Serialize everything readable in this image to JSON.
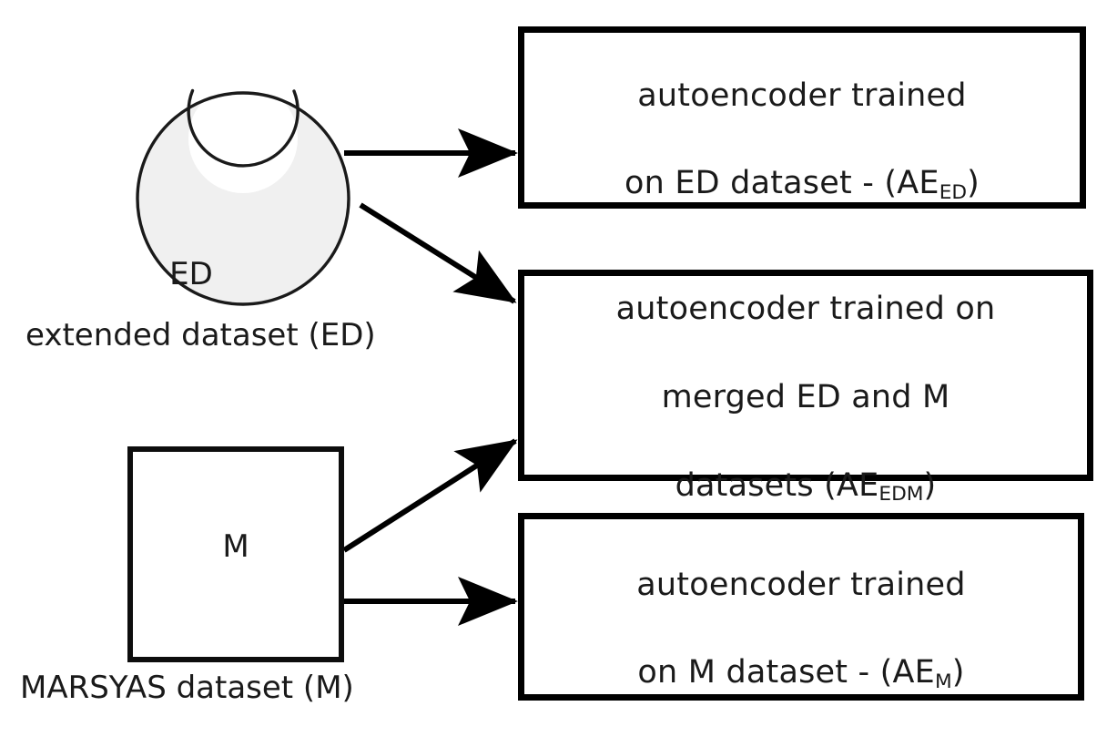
{
  "figure": {
    "title": "autoencoder training pipeline diagram",
    "background_color": "#ffffff",
    "stroke_color": "#000000",
    "shape_fill_color": "#f0f0f0"
  },
  "sources": {
    "ed": {
      "shape": "crescent-circle",
      "inner_label": "ED",
      "caption": "extended dataset (ED)",
      "fill": "#f0f0f0"
    },
    "m": {
      "shape": "square",
      "inner_label": "M",
      "caption": "MARSYAS dataset (M)",
      "fill": "#ffffff"
    }
  },
  "boxes": [
    {
      "id": "ae-ed",
      "line1": "autoencoder trained",
      "line2_prefix": "on ED dataset - (AE",
      "line2_sub": "ED",
      "line2_suffix": ")"
    },
    {
      "id": "ae-edm",
      "line1": "autoencoder trained on",
      "line2": "merged ED and M",
      "line3_prefix": "datasets (AE",
      "line3_sub": "EDM",
      "line3_suffix": ")"
    },
    {
      "id": "ae-m",
      "line1": "autoencoder trained",
      "line2_prefix": "on M dataset - (AE",
      "line2_sub": "M",
      "line2_suffix": ")"
    }
  ],
  "arrows": [
    {
      "id": "ed-to-aeed",
      "from": "ed",
      "to": "ae-ed",
      "style": "straight-horizontal"
    },
    {
      "id": "ed-to-aeedm",
      "from": "ed",
      "to": "ae-edm",
      "style": "diagonal-down"
    },
    {
      "id": "m-to-aeedm",
      "from": "m",
      "to": "ae-edm",
      "style": "diagonal-up"
    },
    {
      "id": "m-to-aem",
      "from": "m",
      "to": "ae-m",
      "style": "straight-horizontal"
    }
  ]
}
